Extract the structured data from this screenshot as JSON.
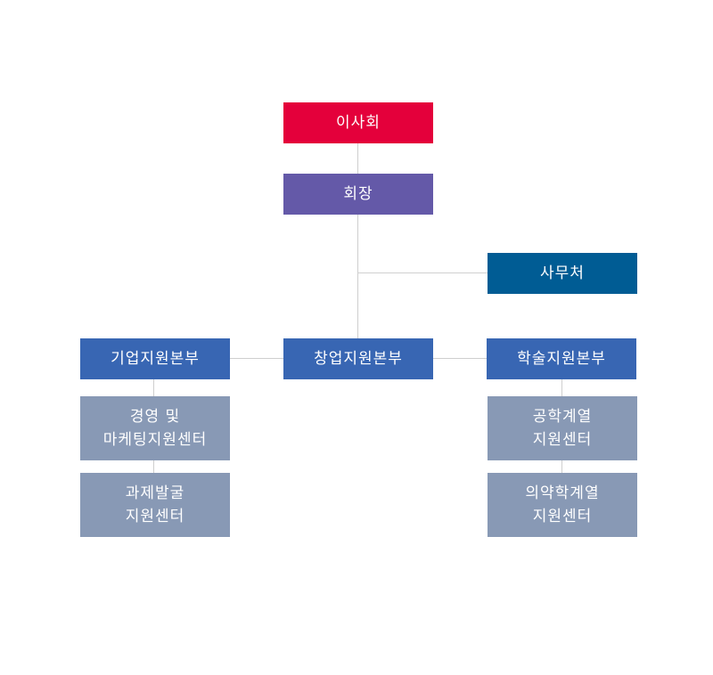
{
  "org_chart": {
    "board": "이사회",
    "chairman": "회장",
    "secretariat": "사무처",
    "startup_hq": "창업지원본부",
    "enterprise_hq": "기업지원본부",
    "academic_hq": "학술지원본부",
    "enterprise_centers": [
      {
        "line1": "경영 및",
        "line2": "마케팅지원센터"
      },
      {
        "line1": "과제발굴",
        "line2": "지원센터"
      }
    ],
    "academic_centers": [
      {
        "line1": "공학계열",
        "line2": "지원센터"
      },
      {
        "line1": "의약학계열",
        "line2": "지원센터"
      }
    ]
  },
  "colors": {
    "board": "#e4003b",
    "chairman": "#6459a8",
    "secretariat": "#005c94",
    "headquarters": "#3866b3",
    "center": "#8899b5",
    "connector": "#cfcfcf"
  }
}
